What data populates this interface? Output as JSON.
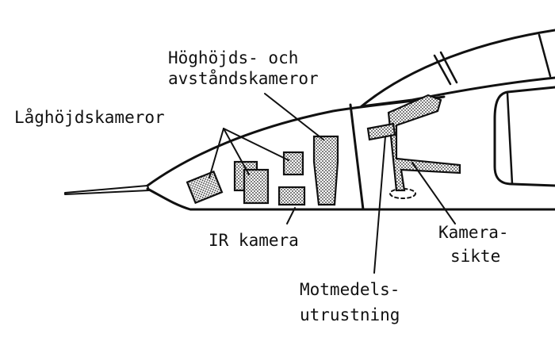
{
  "labels": {
    "high_alt_line1": "Höghöjds- och",
    "high_alt_line2": "avståndskameror",
    "low_alt": "Låghöjdskameror",
    "ir": "IR kamera",
    "sight_line1": "Kamera-",
    "sight_line2": "sikte",
    "counter_line1": "Motmedels-",
    "counter_line2": "utrustning"
  }
}
